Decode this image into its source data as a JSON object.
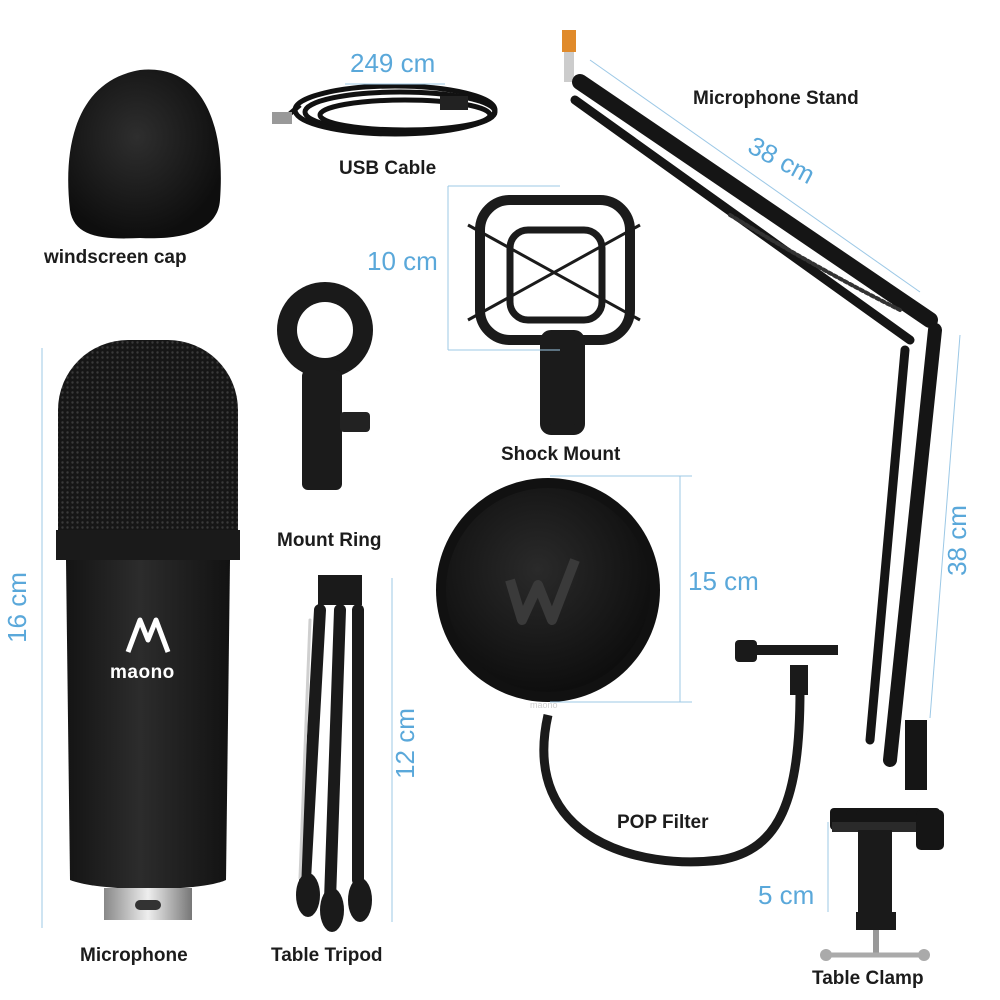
{
  "labels": {
    "windscreen": "windscreen cap",
    "usb": "USB Cable",
    "stand": "Microphone Stand",
    "shock": "Shock Mount",
    "mount_ring": "Mount Ring",
    "microphone": "Microphone",
    "tripod": "Table Tripod",
    "pop": "POP Filter",
    "clamp": "Table Clamp"
  },
  "dimensions": {
    "usb": "249 cm",
    "stand_upper": "38 cm",
    "shock": "10 cm",
    "stand_lower": "38 cm",
    "mic": "16 cm",
    "pop": "15 cm",
    "tripod": "12 cm",
    "clamp": "5 cm"
  },
  "brand": {
    "logo": "maono",
    "pop_logo": "maono"
  },
  "colors": {
    "dimension": "#5aa8da",
    "label": "#1c1c1c",
    "product": "#1e1e1e"
  }
}
